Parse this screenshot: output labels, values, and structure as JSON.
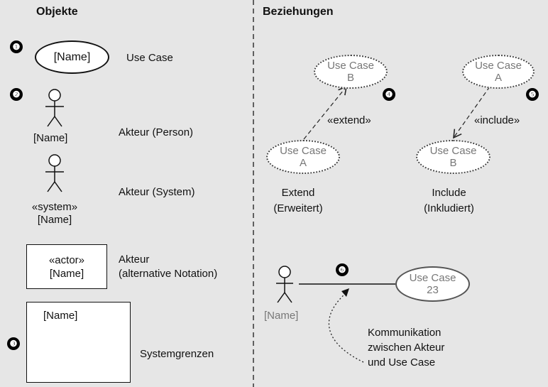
{
  "left": {
    "heading": "Objekte",
    "markers": {
      "m1": "❶",
      "m2": "❷",
      "m3": "❸"
    },
    "use_case": {
      "name": "[Name]",
      "label": "Use Case"
    },
    "actor_person": {
      "name": "[Name]",
      "label": "Akteur (Person)"
    },
    "actor_system": {
      "stereotype": "«system»",
      "name": "[Name]",
      "label": "Akteur (System)"
    },
    "actor_alt": {
      "stereotype": "«actor»",
      "name": "[Name]",
      "label_line1": "Akteur",
      "label_line2": "(alternative Notation)"
    },
    "system_boundary": {
      "name": "[Name]",
      "label": "Systemgrenzen"
    }
  },
  "right": {
    "heading": "Beziehungen",
    "markers": {
      "m4": "❹",
      "m5": "❺",
      "m6": "❻"
    },
    "extend": {
      "target_line1": "Use Case",
      "target_line2": "B",
      "source_line1": "Use Case",
      "source_line2": "A",
      "relation": "«extend»",
      "label_line1": "Extend",
      "label_line2": "(Erweitert)"
    },
    "include": {
      "source_line1": "Use Case",
      "source_line2": "A",
      "target_line1": "Use Case",
      "target_line2": "B",
      "relation": "«include»",
      "label_line1": "Include",
      "label_line2": "(Inkludiert)"
    },
    "communication": {
      "actor_name": "[Name]",
      "uc_line1": "Use Case",
      "uc_line2": "23",
      "note_line1": "Kommunikation",
      "note_line2": "zwischen Akteur",
      "note_line3": "und Use Case"
    }
  },
  "colors": {
    "background": "#e6e6e6",
    "grey_text": "#777777"
  }
}
